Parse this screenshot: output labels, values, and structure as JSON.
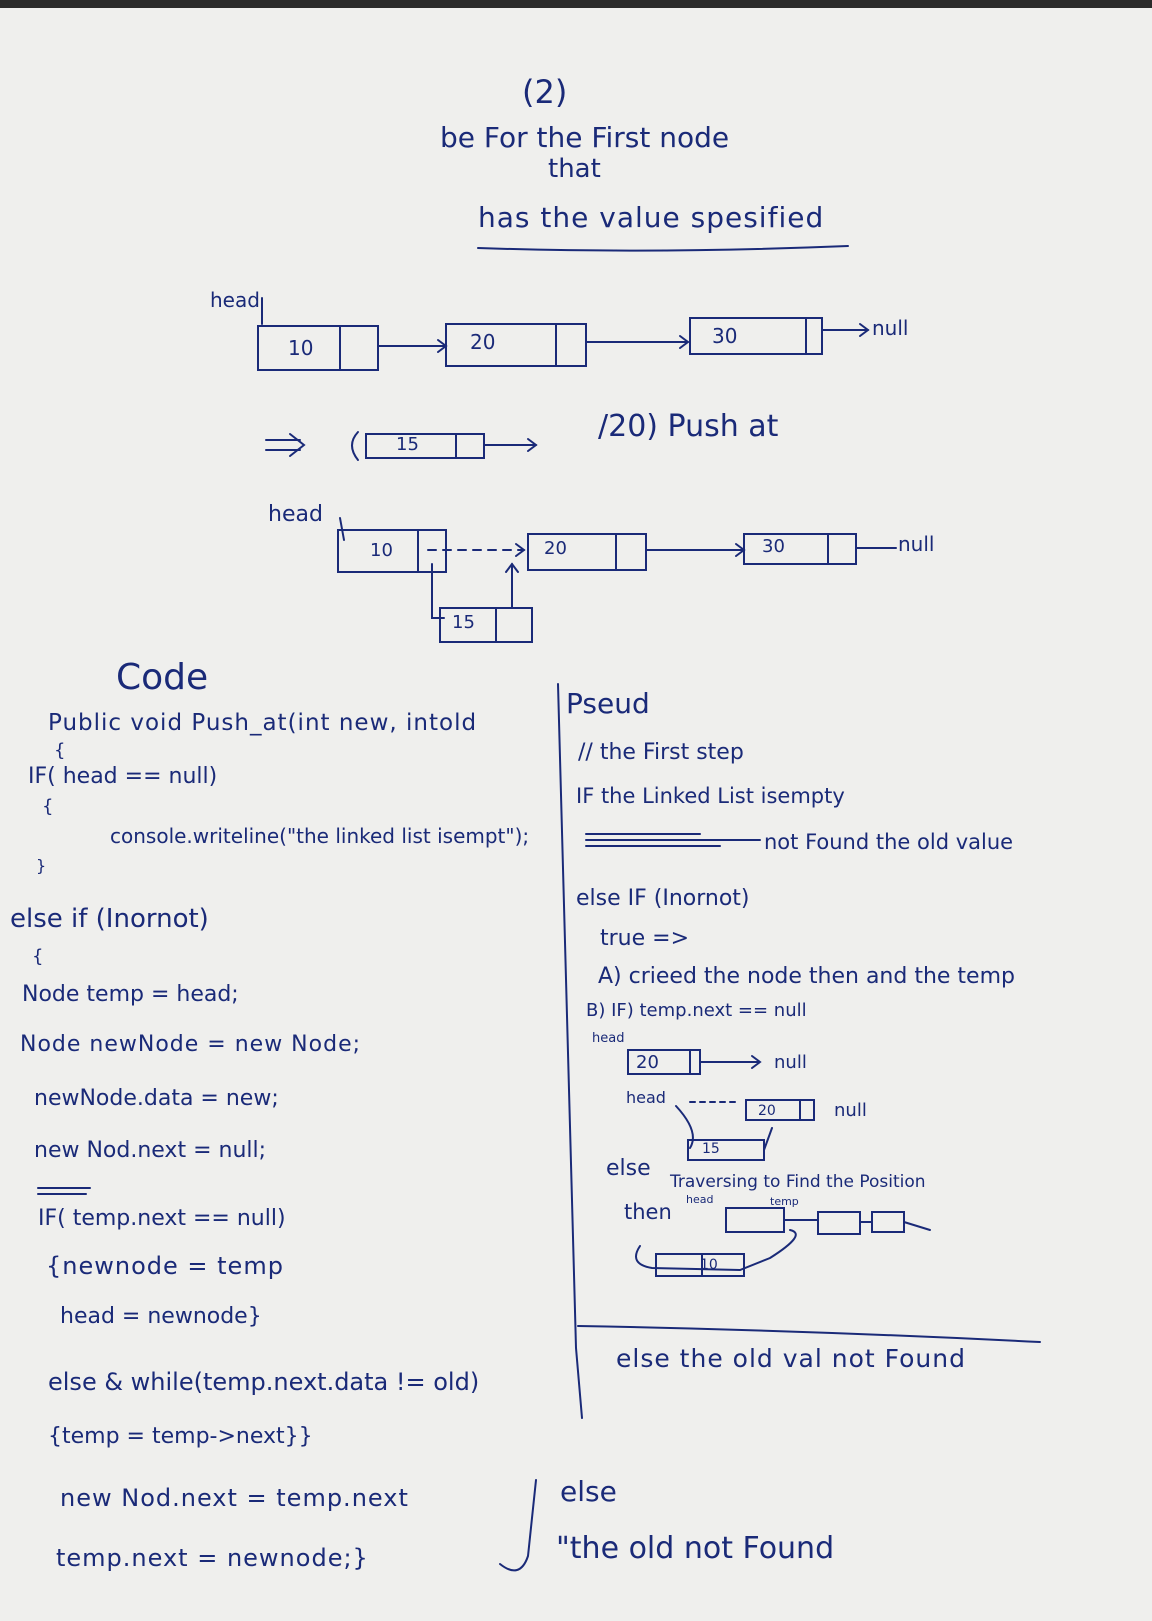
{
  "title": {
    "number": "(2)",
    "line1": "be For the First node",
    "line2": "that",
    "line3": "has the value spesified"
  },
  "diagram_before": {
    "head_label": "head",
    "nodes": [
      "10",
      "20",
      "30"
    ],
    "null_label": "null"
  },
  "insert_step": {
    "new_node": "15",
    "caption": "/20) Push at"
  },
  "diagram_after": {
    "head_label": "head",
    "nodes": [
      "10",
      "20",
      "30"
    ],
    "inserted": "15",
    "null_label": "null"
  },
  "code": {
    "heading": "Code",
    "lines": [
      "Public void Push_at(int new, intold",
      "{",
      "IF( head == null)",
      "{",
      "console.writeline(\"the linked list isempt\");",
      "}",
      "else if (Inornot)",
      "{",
      "Node temp = head;",
      "Node newNode = new Node;",
      "newNode.data = new;",
      "new Nod.next = null;",
      "IF( temp.next == null)",
      "{newnode = temp",
      "head = newnode}",
      "else & while(temp.next.data != old)",
      "{temp = temp->next}}",
      "new Nod.next = temp.next",
      "temp.next = newnode;}"
    ]
  },
  "pseudo": {
    "heading": "Pseud",
    "lines": [
      "// the First step",
      "IF the Linked List isempty",
      "not Found the old value",
      "else IF (Inornot)",
      "true =>",
      "A) crieed the node then and the temp",
      "B) IF) temp.next == null",
      "else",
      "Traversing to Find the Position",
      "then",
      "else the old val not Found"
    ],
    "mini": {
      "head": "head",
      "temp": "temp",
      "n20": "20",
      "n15": "15",
      "n10": "10",
      "null": "null"
    }
  },
  "footer": {
    "else_word": "else",
    "message": "\"the old not Found"
  }
}
